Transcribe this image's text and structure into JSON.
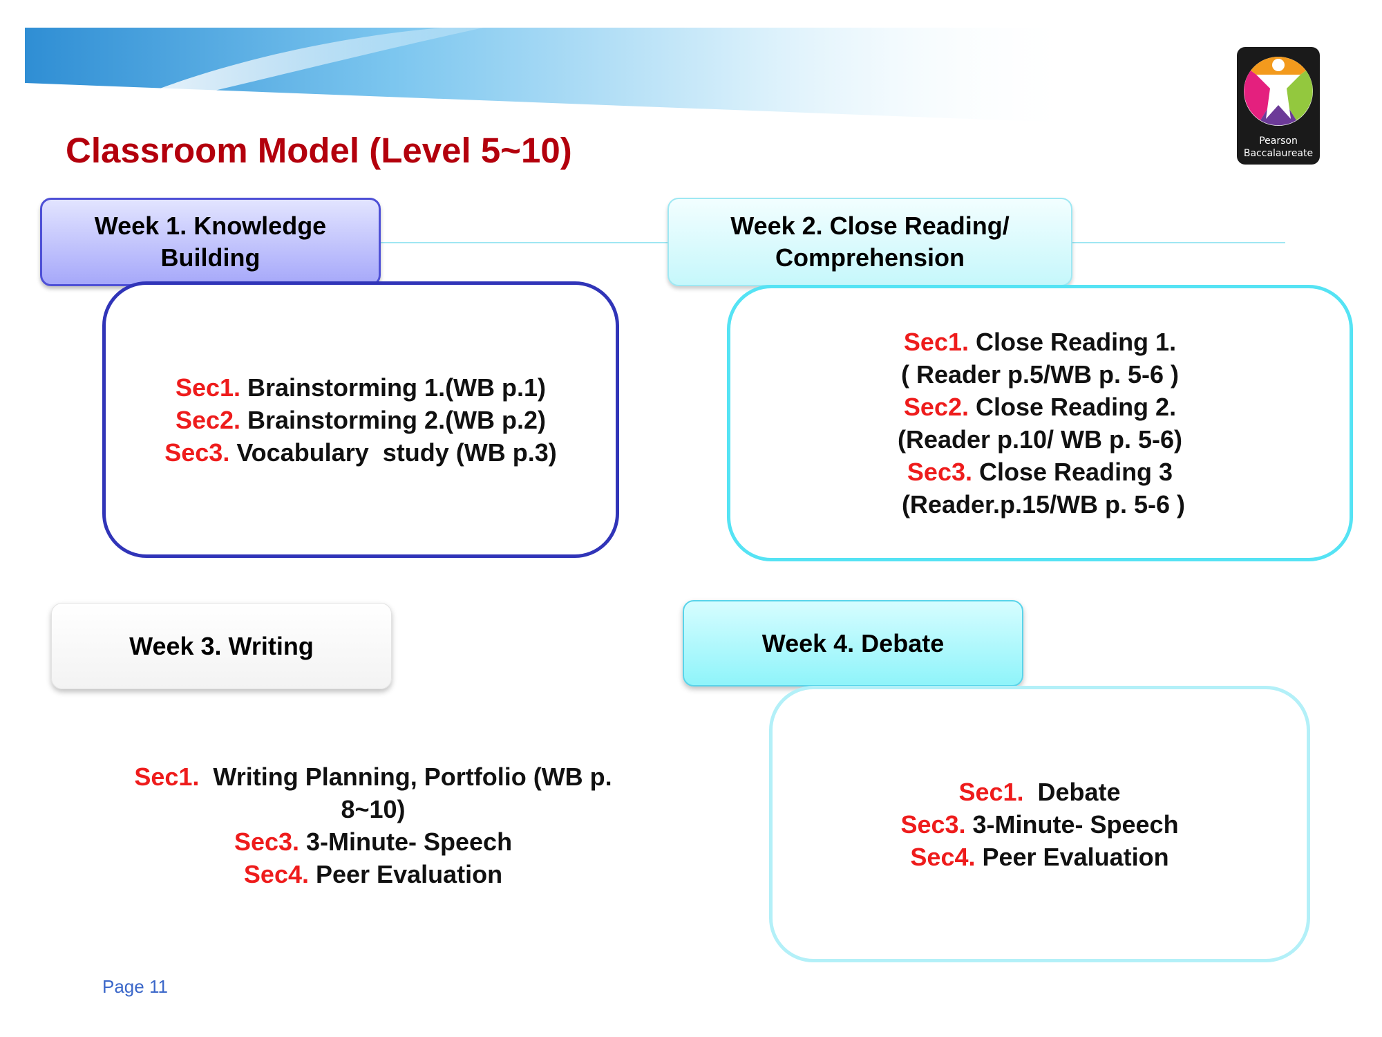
{
  "header": {
    "title": "Classroom Model (Level 5~10)"
  },
  "logo": {
    "name": "pearson-baccalaureate-logo",
    "line1": "Pearson",
    "line2": "Baccalaureate"
  },
  "weeks": [
    {
      "label_line1": "Week 1. Knowledge",
      "label_line2": "Building",
      "rows": [
        {
          "sec": "Sec1.",
          "text": " Brainstorming 1.(WB p.1)"
        },
        {
          "sec": "Sec2.",
          "text": " Brainstorming 2.(WB p.2)"
        },
        {
          "sec": "Sec3.",
          "text": " Vocabulary  study (WB p.3)"
        }
      ]
    },
    {
      "label_line1": "Week 2. Close Reading/",
      "label_line2": "Comprehension",
      "rows": [
        {
          "sec": "Sec1.",
          "text": " Close Reading 1."
        },
        {
          "text": "( Reader p.5/WB p. 5-6 )"
        },
        {
          "sec": "Sec2.",
          "text": " Close Reading 2."
        },
        {
          "text": "(Reader p.10/ WB p. 5-6)"
        },
        {
          "sec": "Sec3.",
          "text": " Close Reading 3"
        },
        {
          "text": " (Reader.p.15/WB p. 5-6 )"
        }
      ]
    },
    {
      "label": "Week 3. Writing",
      "rows": [
        {
          "sec": "Sec1.",
          "text": "  Writing Planning, Portfolio (WB p."
        },
        {
          "text": "8~10)"
        },
        {
          "sec": "Sec3.",
          "text": " 3-Minute- Speech"
        },
        {
          "sec": "Sec4.",
          "text": " Peer Evaluation"
        }
      ]
    },
    {
      "label": "Week 4. Debate",
      "rows": [
        {
          "sec": "Sec1.",
          "text": "  Debate"
        },
        {
          "sec": "Sec3.",
          "text": " 3-Minute- Speech"
        },
        {
          "sec": "Sec4.",
          "text": " Peer Evaluation"
        }
      ]
    }
  ],
  "footer": {
    "page": "Page 11"
  },
  "colors": {
    "title": "#b3000c",
    "section_label": "#ee1c1c",
    "week1_border": "#3034b8",
    "week2_border": "#55e3f4",
    "week4_border": "#b3f0f8",
    "page_number": "#3b67c9"
  }
}
